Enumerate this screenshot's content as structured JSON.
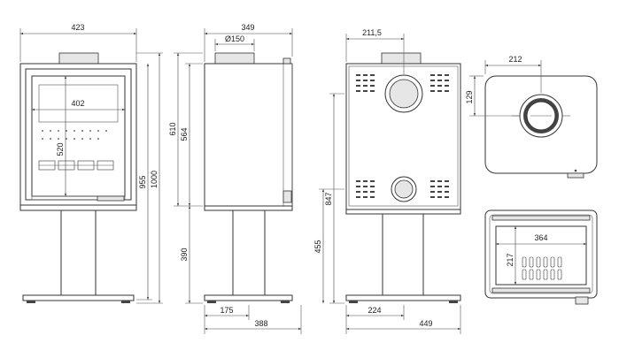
{
  "labels": {
    "front_width": "423",
    "window_width": "402",
    "window_height": "520",
    "body_height": "955",
    "total_height": "1000",
    "side_depth": "349",
    "flue_dia": "Ø150",
    "side_body_610": "610",
    "side_body_564": "564",
    "side_base_390": "390",
    "side_foot_175": "175",
    "side_foot_388": "388",
    "rear_offset": "211,5",
    "rear_847": "847",
    "rear_455": "455",
    "rear_224": "224",
    "rear_449": "449",
    "top_width": "212",
    "top_depth": "129",
    "plan_width": "364",
    "plan_depth": "217"
  }
}
